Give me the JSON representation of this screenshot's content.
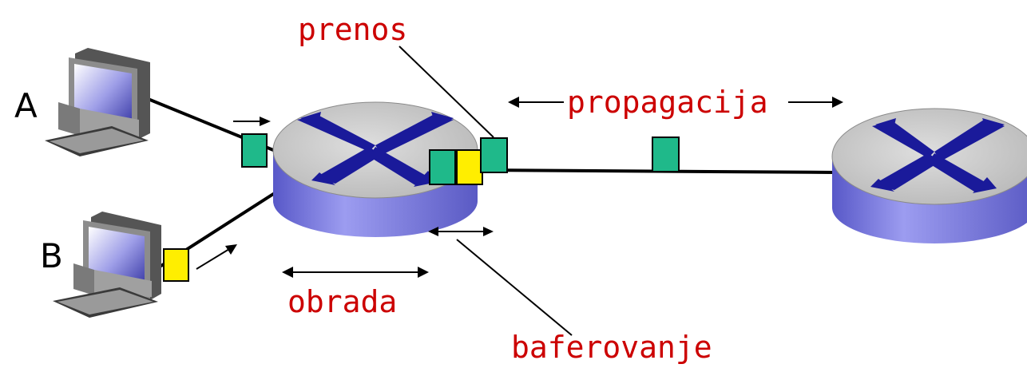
{
  "colors": {
    "label_red": "#cc0000",
    "packet_green": "#1fb98a",
    "packet_yellow": "#ffee00",
    "router_top": "#c8c8c8",
    "router_side": "#7f7fe0",
    "router_cross": "#1a1a9a",
    "link": "#000000"
  },
  "hosts": {
    "a": {
      "label": "A",
      "icon": "desktop-computer-icon"
    },
    "b": {
      "label": "B",
      "icon": "desktop-computer-icon"
    }
  },
  "routers": {
    "left": {
      "icon": "router-icon"
    },
    "right": {
      "icon": "router-icon"
    }
  },
  "labels": {
    "transmission": "prenos",
    "propagation": "propagacija",
    "processing": "obrada",
    "queueing": "baferovanje"
  }
}
